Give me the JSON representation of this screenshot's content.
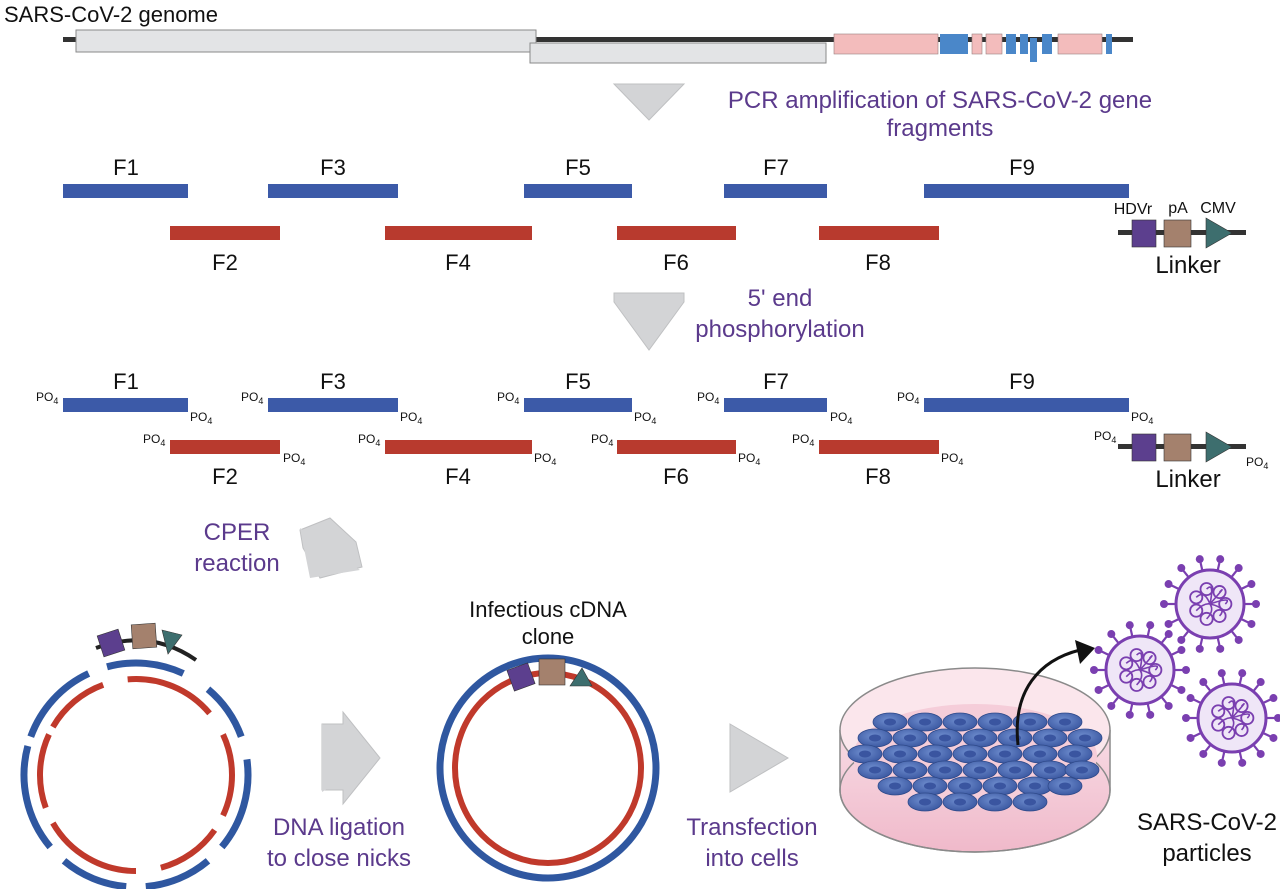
{
  "genome_title": "SARS-CoV-2 genome",
  "steps": {
    "pcr_line1": "PCR amplification of SARS-CoV-2 gene",
    "pcr_line2": "fragments",
    "phos_line1": "5' end",
    "phos_line2": "phosphorylation",
    "cper_line1": "CPER",
    "cper_line2": "reaction",
    "ligation_line1": "DNA ligation",
    "ligation_line2": "to close nicks",
    "transfection_line1": "Transfection",
    "transfection_line2": "into cells"
  },
  "fragments_top": [
    "F1",
    "F3",
    "F5",
    "F7",
    "F9"
  ],
  "fragments_bottom": [
    "F2",
    "F4",
    "F6",
    "F8"
  ],
  "phospho_label": "PO",
  "phospho_subscript": "4",
  "linker": {
    "title": "Linker",
    "hdvr": "HDVr",
    "pa": "pA",
    "cmv": "CMV"
  },
  "clone_line1": "Infectious cDNA",
  "clone_line2": "clone",
  "particles_line1": "SARS-CoV-2",
  "particles_line2": "particles",
  "colors": {
    "blue_fragment": "#3c5aa8",
    "red_fragment": "#b83a2e",
    "step_text": "#5b3a8c",
    "arrow_gray": "#d3d4d6",
    "hdvr_purple": "#5c3f8e",
    "pa_brown": "#a4816d",
    "cmv_teal": "#3d6e6e",
    "virus_purple": "#7a3fb0",
    "cell_blue": "#4e6fb5",
    "dish_pink": "#f3c9d6"
  }
}
